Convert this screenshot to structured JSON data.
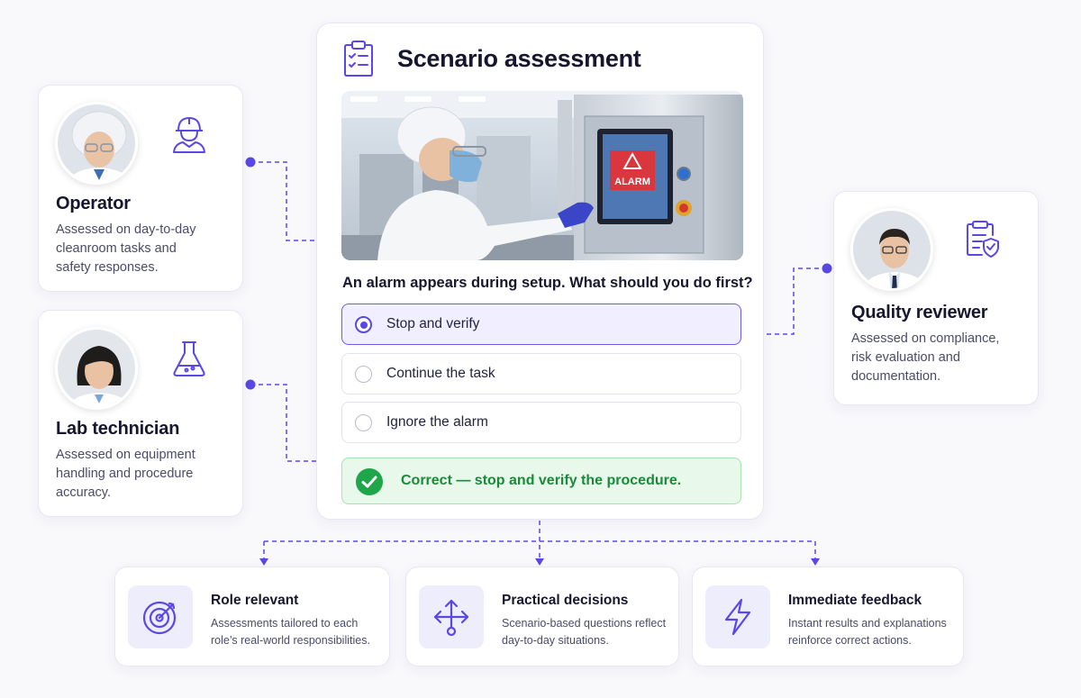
{
  "main": {
    "title": "Scenario assessment",
    "question": "An alarm appears during setup. What should you do first?",
    "scene_alarm_label": "ALARM",
    "options": [
      {
        "label": "Stop and verify",
        "selected": true
      },
      {
        "label": "Continue the task",
        "selected": false
      },
      {
        "label": "Ignore the alarm",
        "selected": false
      }
    ],
    "feedback": "Correct — stop and verify the procedure."
  },
  "roles": {
    "operator": {
      "title": "Operator",
      "desc_lines": [
        "Assessed on day-to-day",
        "cleanroom tasks and",
        "safety responses."
      ],
      "icon": "hard-hat-worker-icon"
    },
    "lab_technician": {
      "title": "Lab technician",
      "desc_lines": [
        "Assessed on equipment",
        "handling and procedure",
        "accuracy."
      ],
      "icon": "flask-icon"
    },
    "quality_reviewer": {
      "title": "Quality reviewer",
      "desc_lines": [
        "Assessed on compliance,",
        "risk evaluation and",
        "documentation."
      ],
      "icon": "document-shield-icon"
    }
  },
  "features": [
    {
      "title": "Role relevant",
      "desc_lines": [
        "Assessments tailored to each",
        "role’s real-world responsibilities."
      ],
      "icon": "target-icon"
    },
    {
      "title": "Practical decisions",
      "desc_lines": [
        "Scenario-based questions reflect",
        "day-to-day situations."
      ],
      "icon": "arrows-split-icon"
    },
    {
      "title": "Immediate feedback",
      "desc_lines": [
        "Instant results and explanations",
        "reinforce correct actions."
      ],
      "icon": "lightning-icon"
    }
  ],
  "colors": {
    "accent": "#5a48e6",
    "success": "#1fa64a",
    "success_bg": "#e8f8ea",
    "alarm": "#d9363e"
  }
}
